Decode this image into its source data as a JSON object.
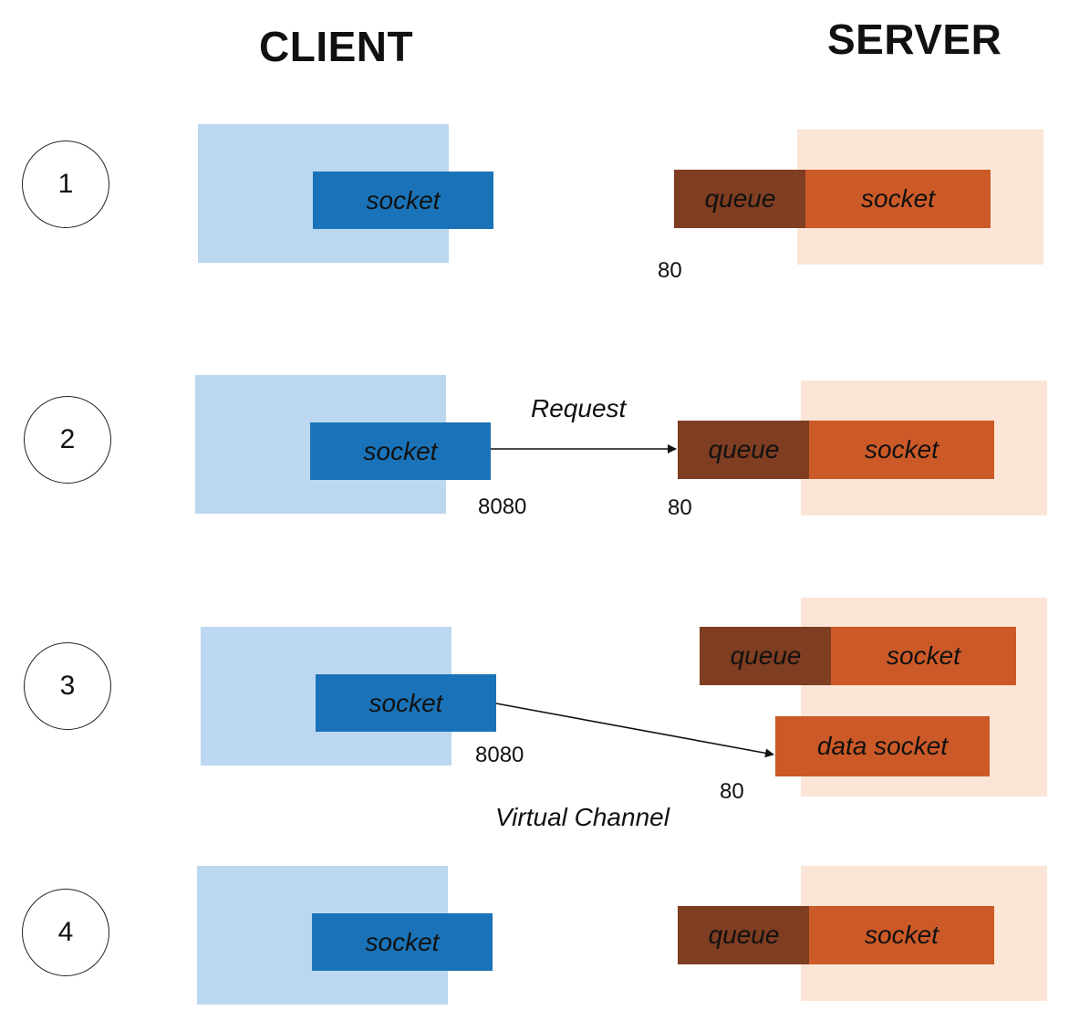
{
  "headers": {
    "client": "CLIENT",
    "server": "SERVER"
  },
  "steps": [
    {
      "number": "1",
      "client_socket": "socket",
      "queue": "queue",
      "server_socket": "socket",
      "server_port": "80"
    },
    {
      "number": "2",
      "client_socket": "socket",
      "client_port": "8080",
      "request_label": "Request",
      "queue": "queue",
      "server_socket": "socket",
      "server_port": "80"
    },
    {
      "number": "3",
      "client_socket": "socket",
      "client_port": "8080",
      "queue": "queue",
      "server_socket": "socket",
      "data_socket": "data socket",
      "server_port": "80",
      "channel_label": "Virtual Channel"
    },
    {
      "number": "4",
      "client_socket": "socket",
      "queue": "queue",
      "server_socket": "socket"
    }
  ],
  "colors": {
    "client_background": "#bcd8f0",
    "client_socket": "#1a73b8",
    "server_background": "#fbe5d6",
    "server_socket": "#cc5a28",
    "queue": "#7f3d21"
  }
}
